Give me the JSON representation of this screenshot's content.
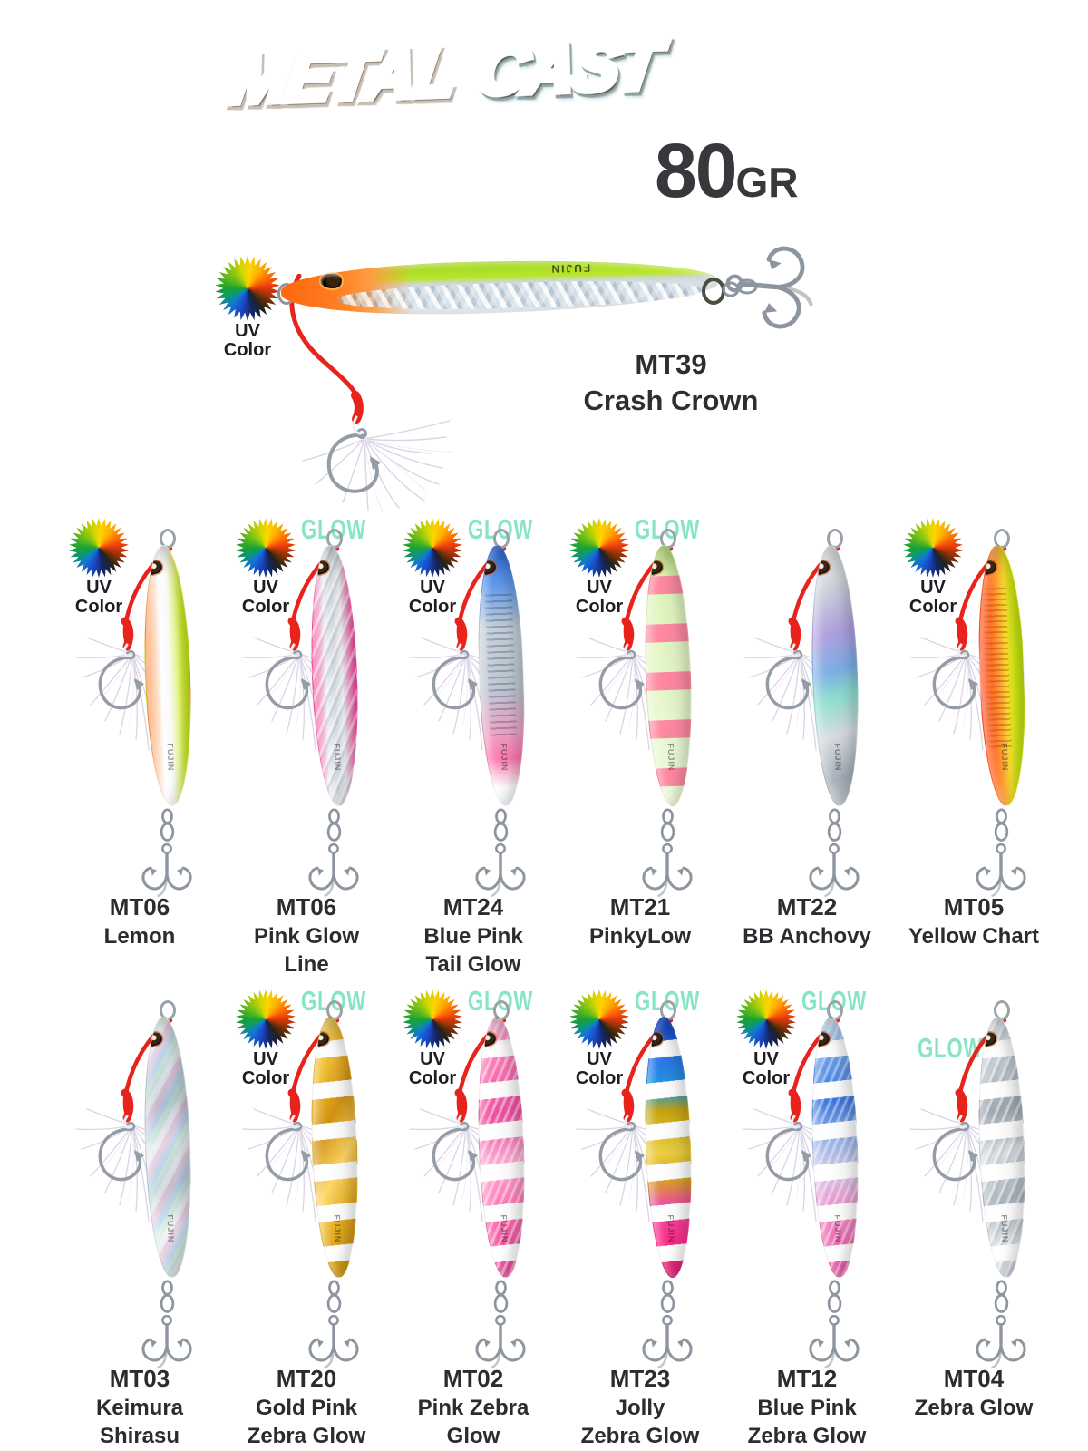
{
  "header": {
    "logo_word1": "METAL",
    "logo_word2": "CAST",
    "weight_value": "80",
    "weight_unit": "GR"
  },
  "badges": {
    "uv_line1": "UV",
    "uv_line2": "Color",
    "glow": "GLOW"
  },
  "lure_brand_text": "FUJIN",
  "hero": {
    "code": "MT39",
    "name": "Crash Crown",
    "uv": true,
    "glow": false,
    "body_colors": [
      "#ff660e",
      "#b9e62c",
      "#cfd8de"
    ]
  },
  "products": [
    {
      "code": "MT06",
      "name_line1": "Lemon",
      "name_line2": "",
      "uv": true,
      "glow": false,
      "body_colors": [
        "#ff8432",
        "#ffffff",
        "#d4f232"
      ]
    },
    {
      "code": "MT06",
      "name_line1": "Pink Glow",
      "name_line2": "Line",
      "uv": true,
      "glow": true,
      "body_colors": [
        "#ff3f9a",
        "#e8edf1",
        "#c9ced4"
      ]
    },
    {
      "code": "MT24",
      "name_line1": "Blue Pink",
      "name_line2": "Tail Glow",
      "uv": true,
      "glow": true,
      "body_colors": [
        "#2a6ce0",
        "#c3cdd6",
        "#ff7ab2",
        "#ffffff"
      ]
    },
    {
      "code": "MT21",
      "name_line1": "PinkyLow",
      "name_line2": "",
      "uv": true,
      "glow": true,
      "body_colors": [
        "#e8f8d4",
        "#ff8aa2"
      ]
    },
    {
      "code": "MT22",
      "name_line1": "BB Anchovy",
      "name_line2": "",
      "uv": false,
      "glow": false,
      "body_colors": [
        "#d2d8de",
        "#b2a2e0",
        "#7fb0e8"
      ]
    },
    {
      "code": "MT05",
      "name_line1": "Yellow Chart",
      "name_line2": "",
      "uv": true,
      "glow": false,
      "body_colors": [
        "#ff4716",
        "#ffa433",
        "#d8ee16"
      ]
    },
    {
      "code": "MT03",
      "name_line1": "Keimura",
      "name_line2": "Shirasu",
      "uv": false,
      "glow": false,
      "body_colors": [
        "#e6eaee",
        "#c2cad2"
      ]
    },
    {
      "code": "MT20",
      "name_line1": "Gold Pink",
      "name_line2": "Zebra Glow",
      "uv": true,
      "glow": true,
      "body_colors": [
        "#e8b020",
        "#ffffff"
      ]
    },
    {
      "code": "MT02",
      "name_line1": "Pink Zebra",
      "name_line2": "Glow",
      "uv": true,
      "glow": true,
      "body_colors": [
        "#ff6cae",
        "#ffffff"
      ]
    },
    {
      "code": "MT23",
      "name_line1": "Jolly",
      "name_line2": "Zebra Glow",
      "uv": true,
      "glow": true,
      "body_colors": [
        "#2e78e8",
        "#ecd042",
        "#ff2e8c",
        "#ffffff"
      ]
    },
    {
      "code": "MT12",
      "name_line1": "Blue Pink",
      "name_line2": "Zebra Glow",
      "uv": true,
      "glow": true,
      "body_colors": [
        "#3e78e0",
        "#ee8ec8",
        "#ffffff"
      ]
    },
    {
      "code": "MT04",
      "name_line1": "Zebra Glow",
      "name_line2": "",
      "uv": false,
      "glow": true,
      "body_colors": [
        "#c5cdd4",
        "#ffffff"
      ]
    }
  ],
  "colors": {
    "glow_text": "#87e4c4",
    "label_text": "#2b2b30",
    "uv_text": "#1e1e22",
    "cord_red": "#e8231c",
    "hook_metal": "#8d959e",
    "weight_text": "#38383c",
    "logo_metal_gradient": [
      "#fff27e",
      "#f08c0e"
    ],
    "logo_cast_gradient": [
      "#ffb62e",
      "#e01505"
    ]
  }
}
